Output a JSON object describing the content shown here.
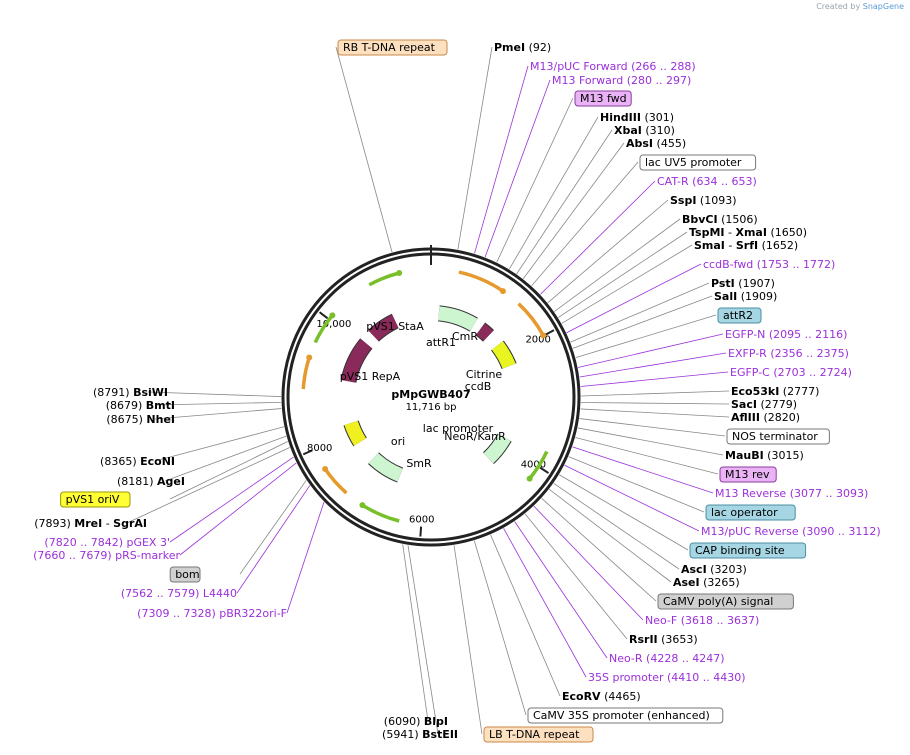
{
  "credit": {
    "text": "Created by",
    "brand": "SnapGene"
  },
  "plasmid": {
    "name": "pMpGWB407",
    "size": "11,716 bp",
    "length": 11716
  },
  "colors": {
    "enzyme": "#000000",
    "primer": "#9b30d9",
    "featureLine": "#888888",
    "primerLine": "#9b30d9"
  },
  "labels": [
    {
      "kind": "feature",
      "text": "RB T-DNA repeat",
      "box": "peach"
    },
    {
      "kind": "enzyme",
      "name": "PmeI",
      "pos": "(92)"
    },
    {
      "kind": "primer",
      "name": "M13/pUC Forward",
      "pos": "(266 .. 288)"
    },
    {
      "kind": "primer",
      "name": "M13 Forward",
      "pos": "(280 .. 297)"
    },
    {
      "kind": "feature",
      "text": "M13 fwd",
      "box": "violet"
    },
    {
      "kind": "enzyme",
      "name": "HindIII",
      "pos": "(301)"
    },
    {
      "kind": "enzyme",
      "name": "XbaI",
      "pos": "(310)"
    },
    {
      "kind": "enzyme",
      "name": "AbsI",
      "pos": "(455)"
    },
    {
      "kind": "feature",
      "text": "lac UV5 promoter",
      "box": "white"
    },
    {
      "kind": "primer",
      "name": "CAT-R",
      "pos": "(634 .. 653)"
    },
    {
      "kind": "enzyme",
      "name": "SspI",
      "pos": "(1093)"
    },
    {
      "kind": "enzyme",
      "name": "BbvCI",
      "pos": "(1506)"
    },
    {
      "kind": "enzyme2",
      "name": "TspMI",
      "name2": "XmaI",
      "pos": "(1650)"
    },
    {
      "kind": "enzyme2",
      "name": "SmaI",
      "name2": "SrfI",
      "pos": "(1652)"
    },
    {
      "kind": "primer",
      "name": "ccdB-fwd",
      "pos": "(1753 .. 1772)"
    },
    {
      "kind": "enzyme",
      "name": "PstI",
      "pos": "(1907)"
    },
    {
      "kind": "enzyme",
      "name": "SalI",
      "pos": "(1909)"
    },
    {
      "kind": "feature",
      "text": "attR2",
      "box": "teal"
    },
    {
      "kind": "primer",
      "name": "EGFP-N",
      "pos": "(2095 .. 2116)"
    },
    {
      "kind": "primer",
      "name": "EXFP-R",
      "pos": "(2356 .. 2375)"
    },
    {
      "kind": "primer",
      "name": "EGFP-C",
      "pos": "(2703 .. 2724)"
    },
    {
      "kind": "enzyme",
      "name": "Eco53kI",
      "pos": "(2777)"
    },
    {
      "kind": "enzyme",
      "name": "SacI",
      "pos": "(2779)"
    },
    {
      "kind": "enzyme",
      "name": "AflIII",
      "pos": "(2820)"
    },
    {
      "kind": "feature",
      "text": "NOS terminator",
      "box": "white"
    },
    {
      "kind": "enzyme",
      "name": "MauBI",
      "pos": "(3015)"
    },
    {
      "kind": "feature",
      "text": "M13 rev",
      "box": "violet"
    },
    {
      "kind": "primer",
      "name": "M13 Reverse",
      "pos": "(3077 .. 3093)"
    },
    {
      "kind": "feature",
      "text": "lac operator",
      "box": "teal"
    },
    {
      "kind": "primer",
      "name": "M13/pUC Reverse",
      "pos": "(3090 .. 3112)"
    },
    {
      "kind": "feature",
      "text": "CAP binding site",
      "box": "teal"
    },
    {
      "kind": "enzyme",
      "name": "AscI",
      "pos": "(3203)"
    },
    {
      "kind": "enzyme",
      "name": "AseI",
      "pos": "(3265)"
    },
    {
      "kind": "feature",
      "text": "CaMV poly(A) signal",
      "box": "grey"
    },
    {
      "kind": "primer",
      "name": "Neo-F",
      "pos": "(3618 .. 3637)"
    },
    {
      "kind": "enzyme",
      "name": "RsrII",
      "pos": "(3653)"
    },
    {
      "kind": "primer",
      "name": "Neo-R",
      "pos": "(4228 .. 4247)"
    },
    {
      "kind": "primer",
      "name": "35S promoter",
      "pos": "(4410 .. 4430)"
    },
    {
      "kind": "enzyme",
      "name": "EcoRV",
      "pos": "(4465)"
    },
    {
      "kind": "feature",
      "text": "CaMV 35S promoter (enhanced)",
      "box": "white"
    },
    {
      "kind": "feature",
      "text": "LB T-DNA repeat",
      "box": "peach"
    },
    {
      "kind": "enzyme",
      "name": "BlpI",
      "pos": "(6090)"
    },
    {
      "kind": "enzyme",
      "name": "BstEII",
      "pos": "(5941)"
    },
    {
      "kind": "primer",
      "name": "pBR322ori-F",
      "pos": "(7309 .. 7328)"
    },
    {
      "kind": "primer",
      "name": "L4440",
      "pos": "(7562 .. 7579)"
    },
    {
      "kind": "feature",
      "text": "bom",
      "box": "grey"
    },
    {
      "kind": "primer",
      "name": "pRS-marker",
      "pos": "(7660 .. 7679)"
    },
    {
      "kind": "primer",
      "name": "pGEX 3'",
      "pos": "(7820 .. 7842)"
    },
    {
      "kind": "enzyme2",
      "name": "MreI",
      "name2": "SgrAI",
      "pos": "(7893)"
    },
    {
      "kind": "feature",
      "text": "pVS1 oriV",
      "box": "yellow"
    },
    {
      "kind": "enzyme",
      "name": "AgeI",
      "pos": "(8181)"
    },
    {
      "kind": "enzyme",
      "name": "EcoNI",
      "pos": "(8365)"
    },
    {
      "kind": "enzyme",
      "name": "NheI",
      "pos": "(8675)"
    },
    {
      "kind": "enzyme",
      "name": "BmtI",
      "pos": "(8679)"
    },
    {
      "kind": "enzyme",
      "name": "BsiWI",
      "pos": "(8791)"
    }
  ],
  "ticks": [
    "2000",
    "4000",
    "6000",
    "8000",
    "10,000"
  ],
  "inner_labels": [
    "CmR",
    "attR1",
    "Citrine",
    "ccdB",
    "lac promoter",
    "NeoR/KanR",
    "SmR",
    "ori",
    "pVS1 RepA",
    "pVS1 StaA"
  ]
}
